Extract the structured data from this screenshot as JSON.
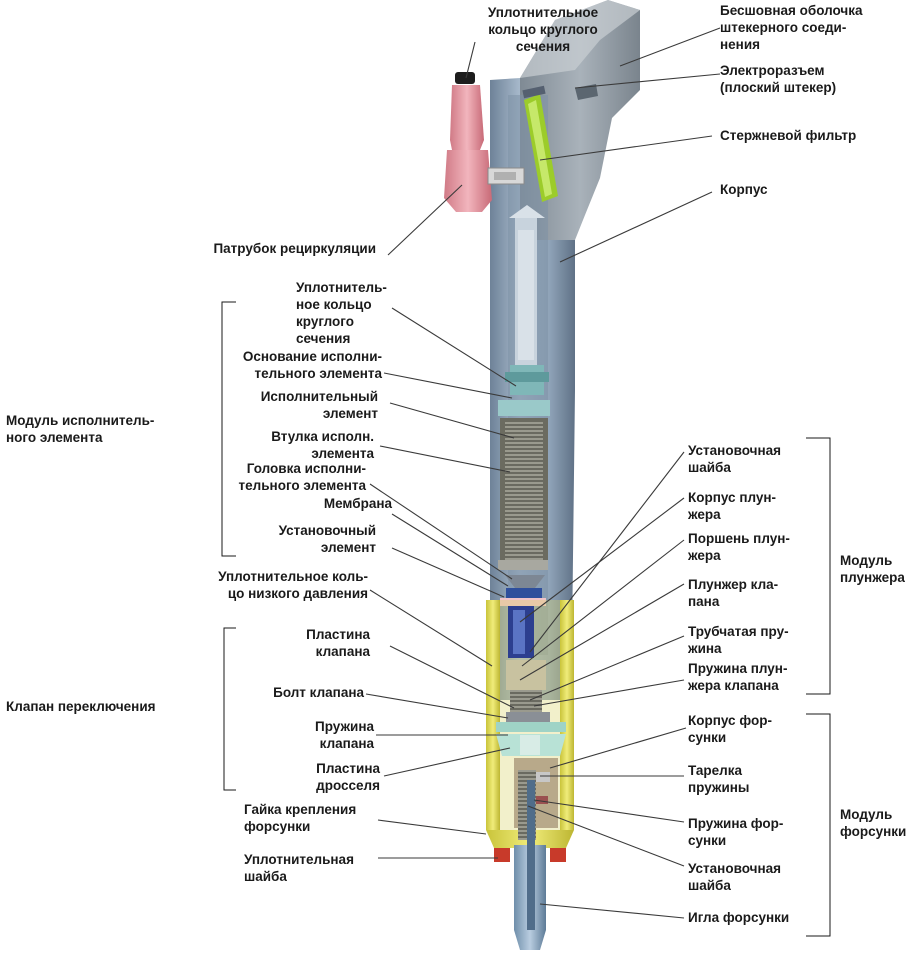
{
  "labels": {
    "top_oring": "Уплотнительное\nкольцо круглого\nсечения",
    "seamless_shell": "Бесшовная оболочка\nштекерного соеди-\nнения",
    "connector": "Электроразъем\n(плоский штекер)",
    "rod_filter": "Стержневой фильтр",
    "body": "Корпус",
    "recirc": "Патрубок рециркуляции",
    "actuator_oring": "Уплотнитель-\nное кольцо\nкруглого\nсечения",
    "actuator_base": "Основание исполни-\nтельного элемента",
    "actuator": "Исполнительный\nэлемент",
    "actuator_sleeve": "Втулка исполн.\nэлемента",
    "actuator_head": "Головка исполни-\nтельного элемента",
    "membrane": "Мембрана",
    "setting_element": "Установочный\nэлемент",
    "low_pressure_oring": "Уплотнительное коль-\nцо низкого давления",
    "valve_plate": "Пластина\nклапана",
    "valve_bolt": "Болт клапана",
    "valve_spring": "Пружина\nклапана",
    "throttle_plate": "Пластина\nдросселя",
    "nozzle_nut": "Гайка крепления\nфорсунки",
    "sealing_washer": "Уплотнительная\nшайба",
    "plunger_shim": "Установочная\nшайба",
    "plunger_body": "Корпус плун-\nжера",
    "plunger_piston": "Поршень плун-\nжера",
    "valve_plunger": "Плунжер кла-\nпана",
    "tubular_spring": "Трубчатая пру-\nжина",
    "plunger_valve_spring": "Пружина плун-\nжера клапана",
    "nozzle_body": "Корпус фор-\nсунки",
    "spring_plate": "Тарелка\nпружины",
    "nozzle_spring": "Пружина фор-\nсунки",
    "nozzle_shim": "Установочная\nшайба",
    "nozzle_needle": "Игла форсунки"
  },
  "groups": {
    "actuator_module": "Модуль исполнитель-\nного элемента",
    "switch_valve": "Клапан переключения",
    "plunger_module": "Модуль\nплунжера",
    "nozzle_module": "Модуль\nфорсунки"
  },
  "colors": {
    "body_steel": "#8fa3b8",
    "recirc_pink": "#e8a0a8",
    "filter_green": "#9ccc2a",
    "nut_yellow": "#e8e060",
    "washer_red": "#c83a2a",
    "leader": "#3a3a3a"
  }
}
